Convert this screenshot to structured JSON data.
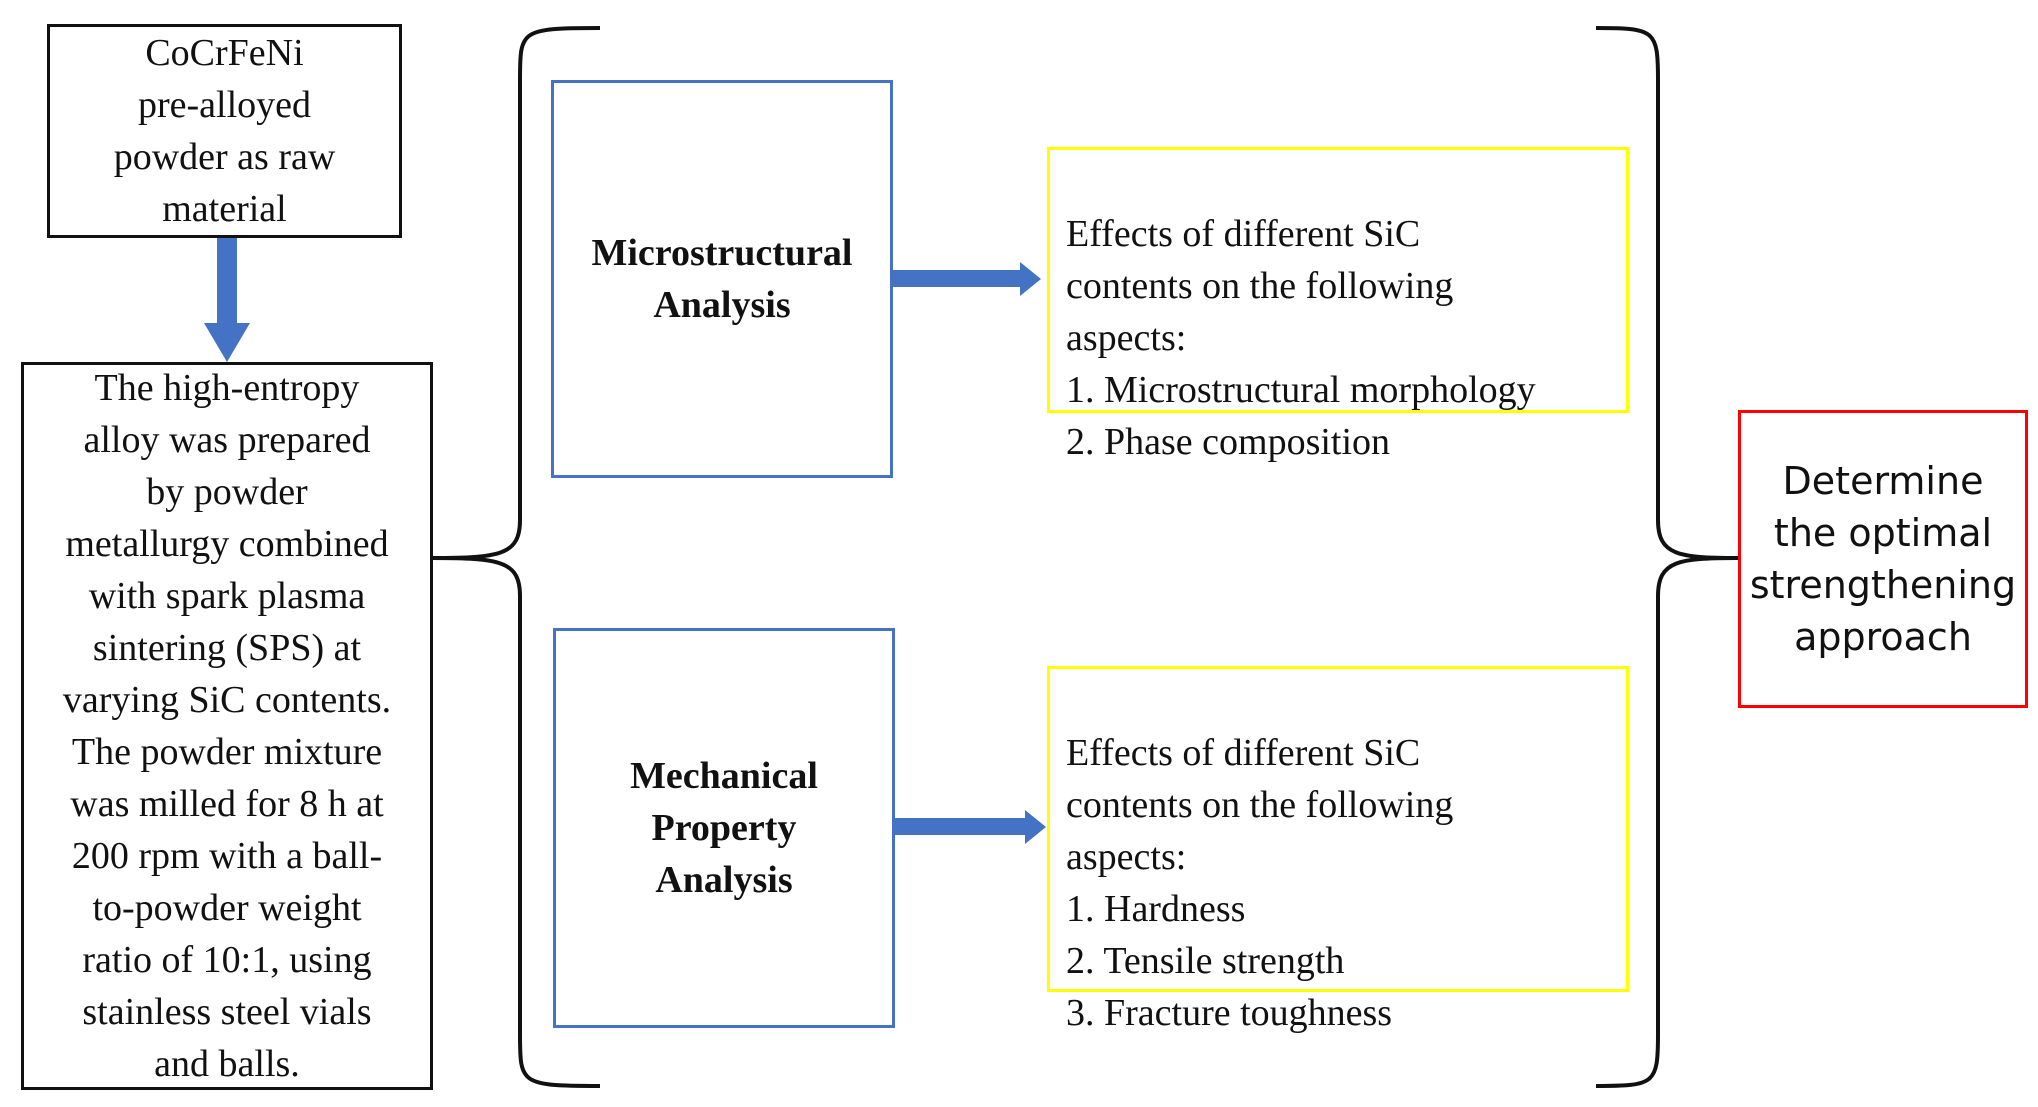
{
  "raw_material": "CoCrFeNi\npre-alloyed\npowder as raw\nmaterial",
  "preparation": "The high-entropy\nalloy was prepared\nby powder\nmetallurgy combined\nwith spark plasma\nsintering (SPS) at\nvarying SiC contents.\nThe powder mixture\nwas milled for 8 h at\n200 rpm with a ball-\nto-powder weight\nratio of 10:1, using\nstainless steel vials\nand balls.",
  "micro_title": "Microstructural\nAnalysis",
  "micro_effects": "Effects of different SiC\ncontents on the following\naspects:\n1. Microstructural morphology\n2. Phase composition",
  "mech_title": "Mechanical\nProperty\nAnalysis",
  "mech_effects": "Effects of different SiC\ncontents on the following\naspects:\n1. Hardness\n2. Tensile strength\n3. Fracture toughness",
  "conclusion": "Determine\nthe optimal\nstrengthening\napproach",
  "colors": {
    "black": "#111111",
    "arrow_blue": "#4472C4",
    "blue_border": "#4472C4",
    "yellow_border": "#FFFF00",
    "red_border": "#FF0000"
  }
}
